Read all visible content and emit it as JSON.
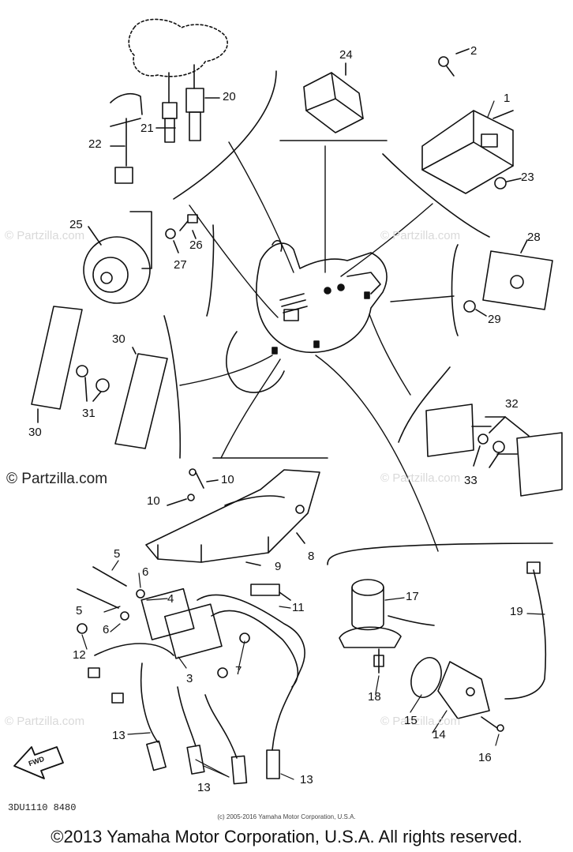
{
  "diagram": {
    "part_numbers": [
      "1",
      "2",
      "3",
      "4",
      "5",
      "5",
      "6",
      "6",
      "7",
      "8",
      "9",
      "10",
      "10",
      "11",
      "12",
      "13",
      "13",
      "13",
      "14",
      "15",
      "16",
      "17",
      "18",
      "19",
      "20",
      "21",
      "22",
      "23",
      "24",
      "25",
      "26",
      "27",
      "28",
      "29",
      "30",
      "30",
      "31",
      "32",
      "33"
    ]
  },
  "watermarks": {
    "brand": "© Partzilla.com",
    "prominent": "© Partzilla.com"
  },
  "footer": {
    "diagram_code": "3DU1110 8480",
    "inner_copyright": "(c) 2005-2016 Yamaha Motor Corporation, U.S.A.",
    "copyright": "©2013 Yamaha Motor Corporation, U.S.A. All rights reserved."
  },
  "fwd_label": "FWD"
}
